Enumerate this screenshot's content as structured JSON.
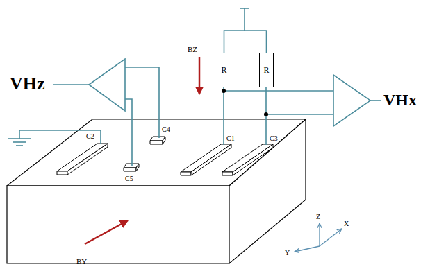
{
  "diagram": {
    "nodes": [
      {
        "text": [
          "R"
        ]
      },
      {
        "text": [
          "R"
        ]
      }
    ],
    "edges": [
      {
        "from": 0,
        "to": 1,
        "arrow": "none"
      }
    ],
    "labels": [
      "VHz",
      "VHx",
      "BZ",
      "BY",
      "C2",
      "C5",
      "C4",
      "C1",
      "C3",
      "Z",
      "X",
      "Y"
    ]
  }
}
